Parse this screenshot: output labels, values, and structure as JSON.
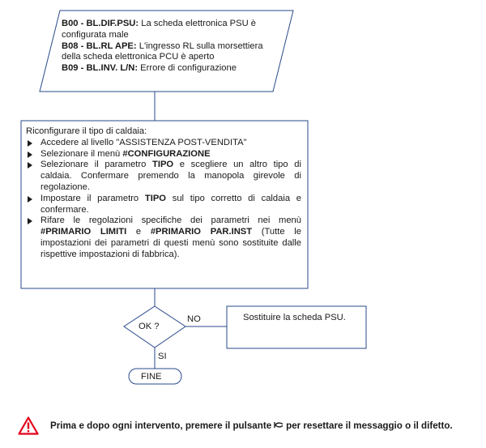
{
  "errors": [
    {
      "code": "B00 - BL.DIF.PSU:",
      "text": " La scheda elettronica PSU è configurata male"
    },
    {
      "code": "B08 - BL.RL APE:",
      "text": " L'ingresso RL sulla morsettiera della scheda elettronica PCU è aperto"
    },
    {
      "code": "B09 - BL.INV. L/N:",
      "text": " Errore di configurazione"
    }
  ],
  "procedure": {
    "intro": "Riconfigurare il tipo di caldaia:",
    "step1": "Accedere al livello \"ASSISTENZA POST-VENDITA\"",
    "step2": {
      "pre": "Selezionare il menù ",
      "bold": "#CONFIGURAZIONE"
    },
    "step3": {
      "pre": "Selezionare il parametro ",
      "bold": "TIPO",
      "post": " e scegliere un altro tipo di caldaia. Confermare premendo la manopola girevole di regolazione."
    },
    "step4": {
      "pre": "Impostare il parametro ",
      "bold": "TIPO",
      "post": " sul tipo corretto di caldaia e confermare."
    },
    "step5": {
      "pre": "Rifare le regolazioni specifiche dei parametri nei menù ",
      "bold1": "#PRIMARIO LIMITI",
      "mid": " e ",
      "bold2": "#PRIMARIO PAR.INST",
      "post": " (Tutte le impostazioni dei parametri di questi menù sono sostituite dalle rispettive impostazioni di fabbrica)."
    }
  },
  "decision": {
    "label": "OK ?",
    "no_label": "NO",
    "yes_label": "SI"
  },
  "replace_box": {
    "text": "Sostituire la scheda PSU."
  },
  "end_box": {
    "label": "FINE"
  },
  "footer": {
    "pre": "Prima e dopo ogni intervento, premere il pulsante",
    "post": "per resettare il messaggio o il difetto.",
    "warning_icon": "warning-triangle-icon",
    "reset_icon": "reset-button-icon",
    "warning_color": "#e2001a"
  },
  "colors": {
    "lines": "#2a4a8a",
    "text": "#1a1a1a"
  }
}
